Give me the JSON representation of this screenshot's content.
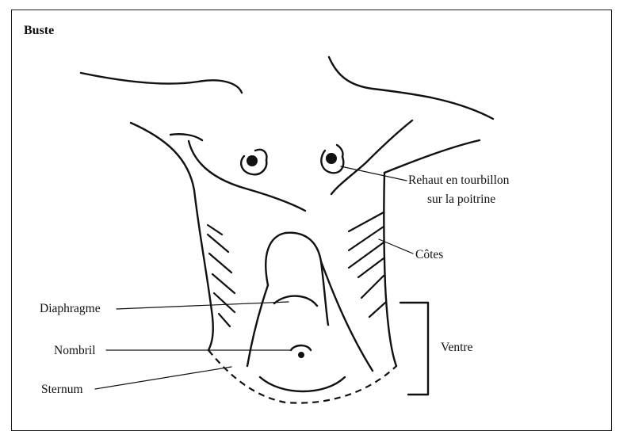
{
  "title": "Buste",
  "labels": {
    "swirl_line1": "Rehaut en tourbillon",
    "swirl_line2": "sur la poitrine",
    "ribs": "Côtes",
    "diaphragm": "Diaphragme",
    "belly": "Ventre",
    "navel": "Nombril",
    "sternum": "Sternum"
  }
}
